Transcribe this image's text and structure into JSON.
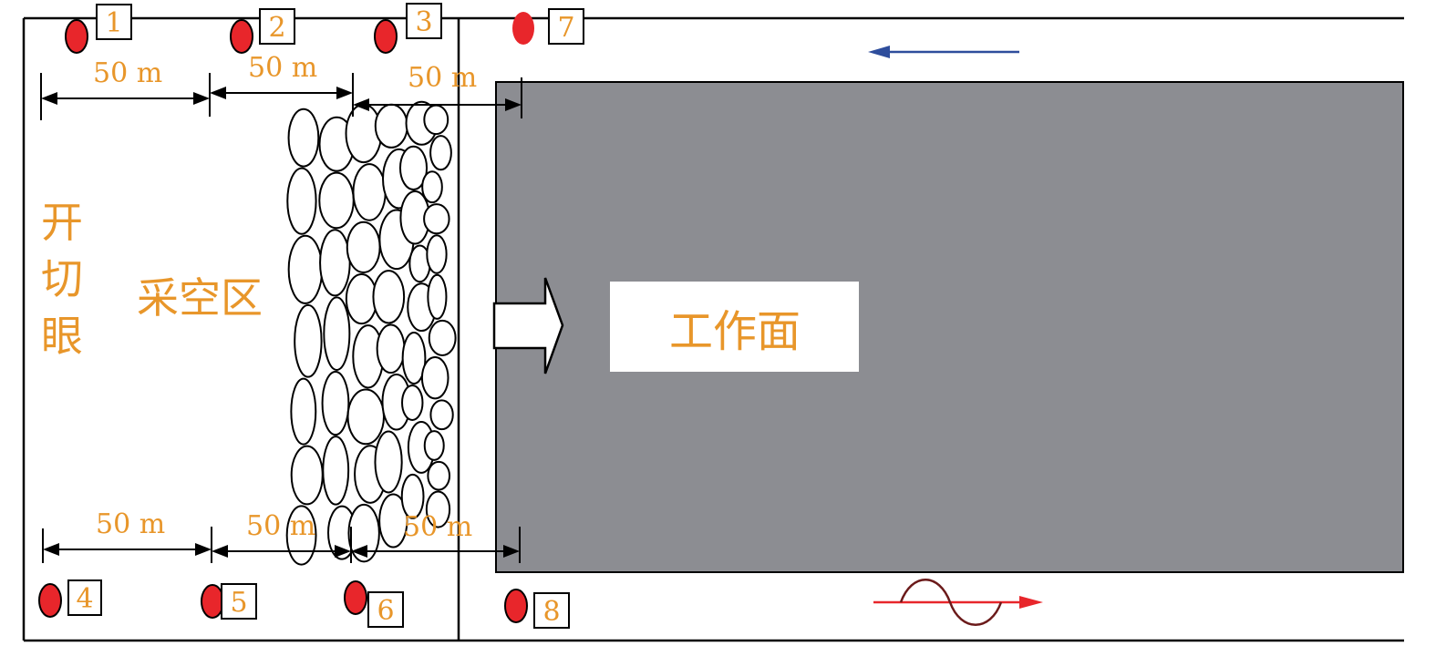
{
  "labels": {
    "cut_hole": "开切眼",
    "goaf": "采空区",
    "working_face": "工作面"
  },
  "distances": {
    "top": [
      "50 m",
      "50 m",
      "50 m"
    ],
    "bottom": [
      "50 m",
      "50 m",
      "50 m"
    ]
  },
  "sensors": {
    "top": [
      "1",
      "2",
      "3",
      "7"
    ],
    "bottom": [
      "4",
      "5",
      "6",
      "8"
    ]
  },
  "colors": {
    "label_text": "#e8962a",
    "sensor_fill": "#e8262b",
    "working_face_fill": "#8c8d92",
    "airflow_arrow": "#2e4d9c",
    "wave_arrow": "#e8262b",
    "wave_curve": "#6b1a1a"
  },
  "icons": {
    "advance_arrow": "hollow-right-arrow-icon",
    "airflow": "left-arrow-icon",
    "wave": "sine-wave-arrow-icon"
  }
}
